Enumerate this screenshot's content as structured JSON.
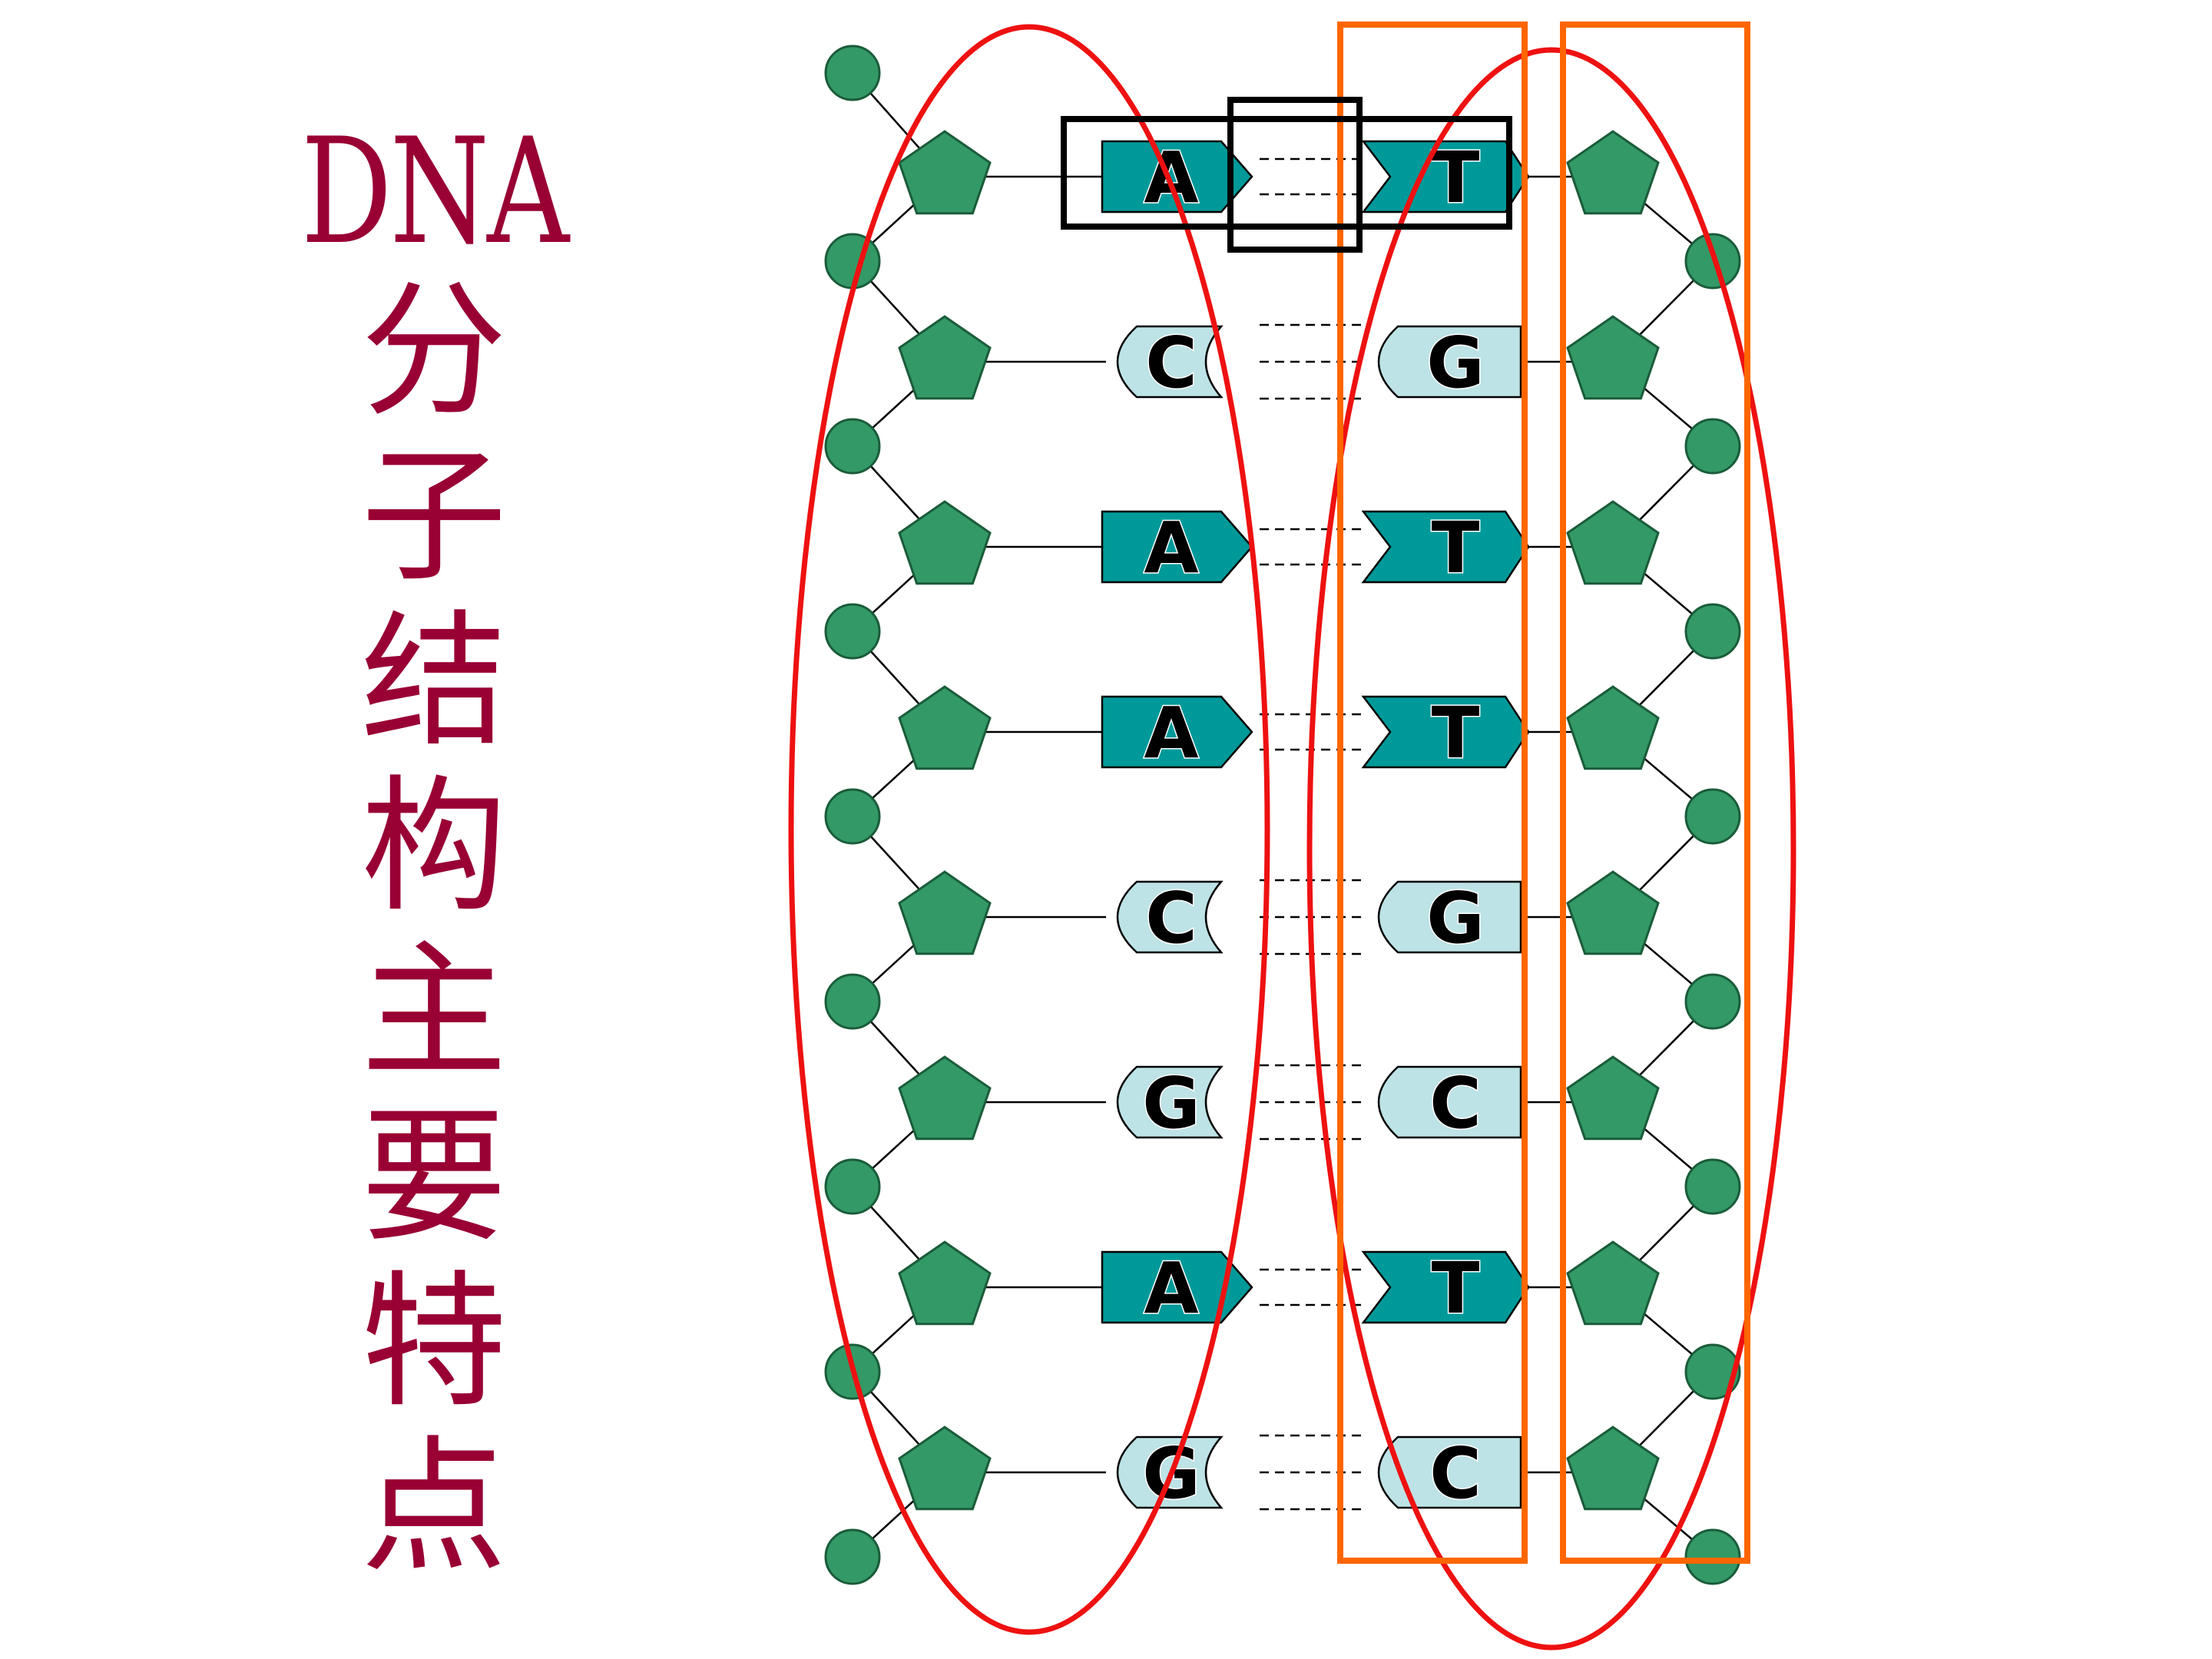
{
  "title": {
    "latin": "DNA",
    "cjk": [
      "分",
      "子",
      "结",
      "构",
      "主",
      "要",
      "特",
      "点"
    ]
  },
  "diagram": {
    "base_pairs": [
      {
        "left": "A",
        "right": "T"
      },
      {
        "left": "C",
        "right": "G"
      },
      {
        "left": "A",
        "right": "T"
      },
      {
        "left": "A",
        "right": "T"
      },
      {
        "left": "C",
        "right": "G"
      },
      {
        "left": "G",
        "right": "C"
      },
      {
        "left": "A",
        "right": "T"
      },
      {
        "left": "G",
        "right": "C"
      }
    ],
    "hydrogen_bonds": {
      "A": 2,
      "T": 2,
      "C": 3,
      "G": 3
    },
    "colors": {
      "title": "#990033",
      "phosphate": "#339966",
      "sugar": "#339966",
      "purine_AT": "#009999",
      "pyrimidine_CG": "#bde3e6",
      "ellipse": "#ee1111",
      "rect_orange": "#ff6600",
      "rect_black": "#000000",
      "backbone_line": "#000000"
    },
    "icons": [
      "phosphate-circle",
      "deoxyribose-pentagon",
      "base-block"
    ]
  }
}
